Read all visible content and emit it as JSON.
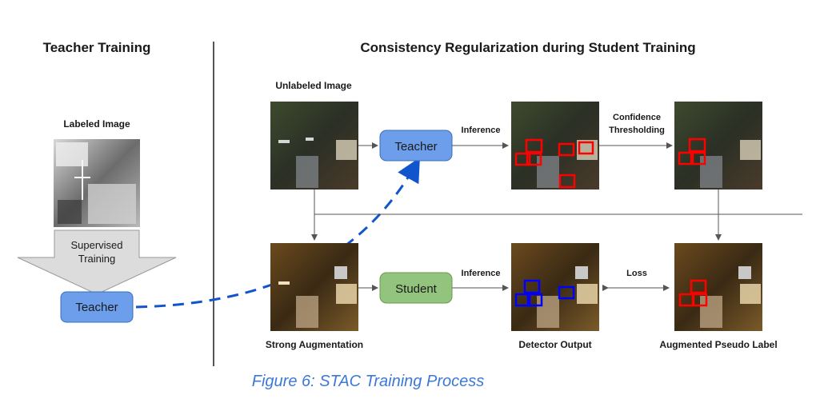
{
  "left_panel": {
    "heading": "Teacher Training",
    "image_label": "Labeled Image",
    "arrow_label_line1": "Supervised",
    "arrow_label_line2": "Training",
    "teacher_box": "Teacher"
  },
  "right_panel": {
    "heading": "Consistency Regularization during Student Training",
    "unlabeled_label": "Unlabeled Image",
    "teacher_box": "Teacher",
    "student_box": "Student",
    "inference_top": "Inference",
    "inference_bottom": "Inference",
    "threshold_line1": "Confidence",
    "threshold_line2": "Thresholding",
    "loss_label": "Loss",
    "strong_aug_label": "Strong Augmentation",
    "detector_output_label": "Detector Output",
    "pseudo_label_label": "Augmented Pseudo Label"
  },
  "caption": "Figure 6: STAC Training Process",
  "colors": {
    "box_blue": "#6d9eeb",
    "box_green": "#93c47d",
    "dashed_arrow": "#1155cc",
    "caption": "#3c78d8",
    "detection_red": "#ff0000",
    "detection_blue": "#0000ff"
  }
}
